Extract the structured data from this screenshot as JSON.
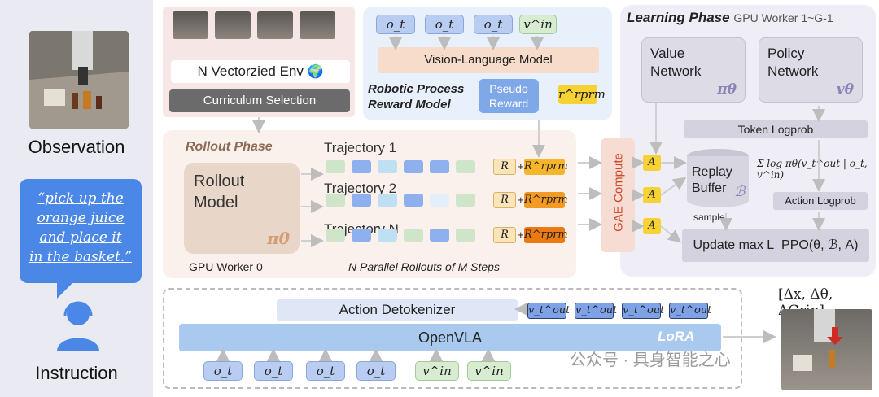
{
  "left": {
    "observation_label": "Observation",
    "instruction_text": "“pick up the orange juice and place it in the basket.”",
    "instruction_lines": [
      "“pick up the",
      "orange juice",
      "and place it",
      "in the basket.”"
    ],
    "instruction_label": "Instruction"
  },
  "env": {
    "vectorized_env": "N Vectorzied Env",
    "globe_icon": "globe-icon",
    "curriculum": "Curriculum Selection"
  },
  "reward": {
    "tokens": [
      "o_t",
      "o_t",
      "o_t",
      "v^in"
    ],
    "vlm": "Vision-Language Model",
    "rprm_label_lines": [
      "Robotic Process",
      "Reward Model"
    ],
    "pseudo_reward_lines": [
      "Pseudo",
      "Reward"
    ],
    "rprm_symbol": "r^rprm"
  },
  "learning": {
    "title": "Learning Phase",
    "worker": "GPU Worker 1~G-1",
    "value_network_lines": [
      "Value",
      "Network"
    ],
    "policy_network_lines": [
      "Policy",
      "Network"
    ],
    "value_symbol": "πθ",
    "policy_symbol": "vθ",
    "token_logprob": "Token Logprob",
    "logprob_formula": "Σ log πθ(v_t^out | o_t, v^in)",
    "replay_buffer_lines": [
      "Replay",
      "Buffer"
    ],
    "buffer_symbol": "ℬ",
    "action_logprob": "Action Logprob",
    "sample": "sample",
    "update": "Update max L_PPO(θ, ℬ, A)",
    "a_symbol": "A",
    "gae": "GAE Compute"
  },
  "rollout": {
    "title": "Rollout Phase",
    "model_lines": [
      "Rollout",
      "Model"
    ],
    "model_symbol": "πθ",
    "worker": "GPU Worker 0",
    "trajectories": [
      "Trajectory 1",
      "Trajectory 2",
      "Trajectory N"
    ],
    "r_symbol": "R",
    "plus": "+",
    "rprm_symbol": "R^rprm",
    "parallel_note": "N Parallel Rollouts of M Steps"
  },
  "vla": {
    "detokenizer": "Action Detokenizer",
    "vout_tokens": [
      "v_t^out",
      "v_t^out",
      "v_t^out",
      "v_t^out"
    ],
    "model": "OpenVLA",
    "lora": "LoRA",
    "input_tokens": [
      "o_t",
      "o_t",
      "o_t",
      "o_t",
      "v^in",
      "v^in"
    ],
    "action_output": "[Δx, Δθ, ΔGrip]"
  },
  "watermark": "公众号 · 具身智能之心",
  "colors": {
    "instruction_blue": "#4a87e6",
    "reward_yellow": "#f6d234",
    "rprm_orange": "#f08a1c",
    "openvla_blue": "#a9c9ee"
  }
}
